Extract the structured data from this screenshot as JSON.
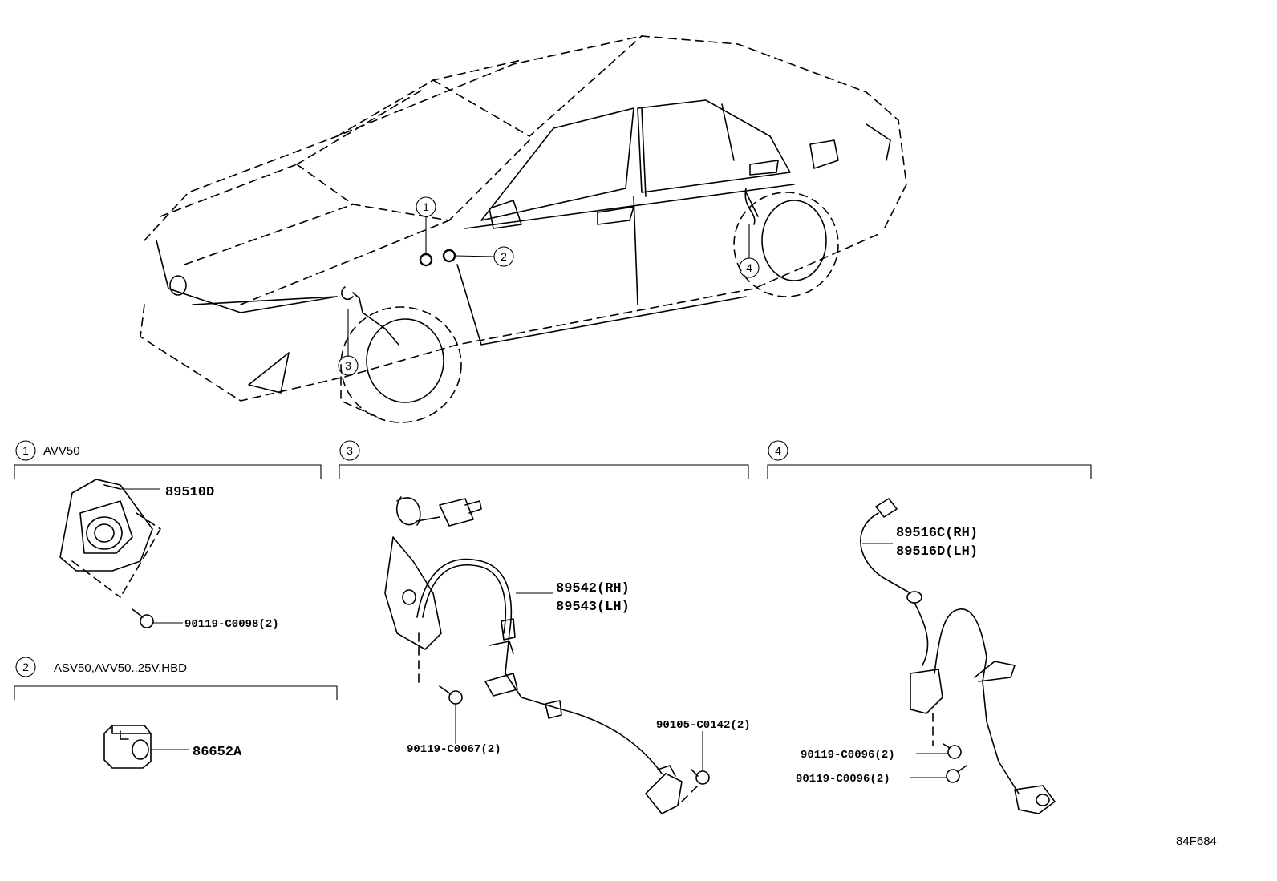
{
  "callouts": [
    "1",
    "2",
    "3",
    "4"
  ],
  "sections": [
    {
      "number": "1",
      "applicability": "AVV50"
    },
    {
      "number": "2",
      "applicability": "ASV50,AVV50..25V,HBD"
    },
    {
      "number": "3",
      "applicability": ""
    },
    {
      "number": "4",
      "applicability": ""
    }
  ],
  "parts": {
    "p89510D": "89510D",
    "p90119_C0098": "90119-C0098(2)",
    "p86652A": "86652A",
    "p89542": "89542(RH)",
    "p89543": "89543(LH)",
    "p90119_C0067": "90119-C0067(2)",
    "p90105_C0142": "90105-C0142(2)",
    "p89516C": "89516C(RH)",
    "p89516D": "89516D(LH)",
    "p90119_C0096_a": "90119-C0096(2)",
    "p90119_C0096_b": "90119-C0096(2)"
  },
  "diagram_code": "84F684"
}
